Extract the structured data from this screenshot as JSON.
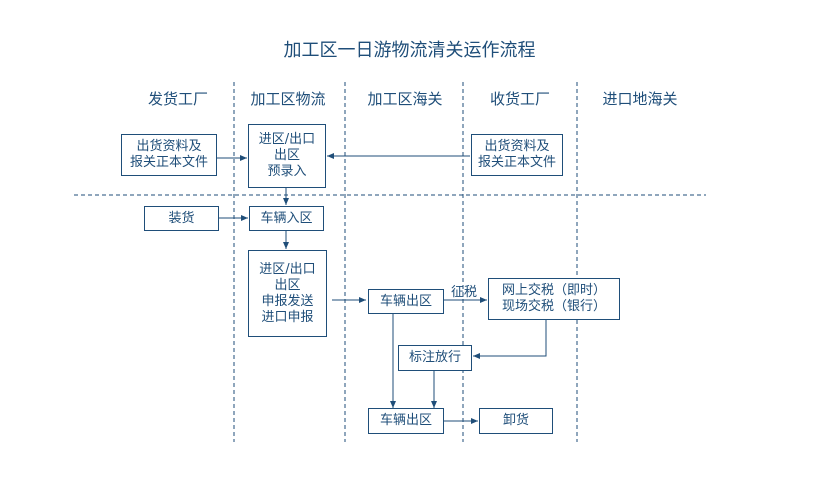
{
  "title": "加工区一日游物流清关运作流程",
  "lanes": [
    "发货工厂",
    "加工区物流",
    "加工区海关",
    "收货工厂",
    "进口地海关"
  ],
  "nodes": {
    "docs_sender": "出货资料及\n报关正本文件",
    "pre_entry": "进区/出口\n出区\n预录入",
    "docs_receiver": "出货资料及\n报关正本文件",
    "loading": "装货",
    "vehicle_enter": "车辆入区",
    "declare": "进区/出口\n出区\n申报发送\n进口申报",
    "vehicle_exit_1": "车辆出区",
    "tax_payment": "网上交税（即时）\n现场交税（银行）",
    "release_mark": "标注放行",
    "vehicle_exit_2": "车辆出区",
    "unloading": "卸货"
  },
  "edge_labels": {
    "levy_tax": "征税"
  },
  "colors": {
    "line": "#1f4e79",
    "text": "#1f4e79"
  }
}
